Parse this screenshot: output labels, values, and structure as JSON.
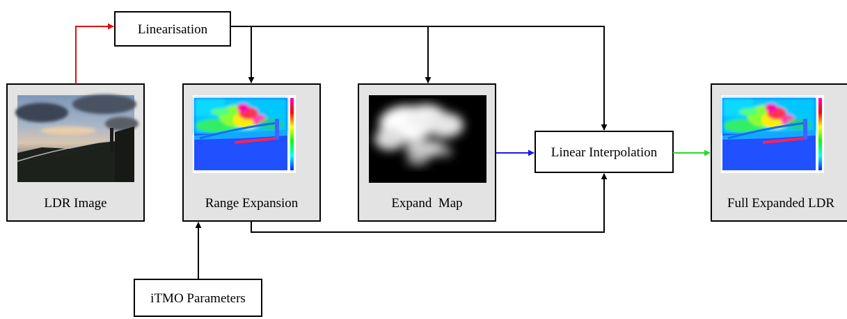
{
  "diagram": {
    "nodes": {
      "linearisation": "Linearisation",
      "ldr_image": "LDR Image",
      "range_expansion": "Range Expansion",
      "expand_map": "Expand  Map",
      "linear_interpolation": "Linear Interpolation",
      "full_expanded_ldr": "Full Expanded LDR",
      "itmo_parameters": "iTMO Parameters"
    },
    "colors": {
      "panel_fill": "#e3e3e3",
      "ldr_to_linearisation_arrow": "#e01010",
      "expand_map_to_interpolation_arrow": "#1a1ae6",
      "interpolation_to_output_arrow": "#22dd22",
      "default_arrow": "#000000"
    },
    "icons": {
      "ldr_thumbnail": "bridge-sunset-photo",
      "range_thumbnail": "false-color-luminance-map",
      "expand_thumbnail": "grayscale-blur-map",
      "output_thumbnail": "false-color-luminance-map"
    }
  }
}
